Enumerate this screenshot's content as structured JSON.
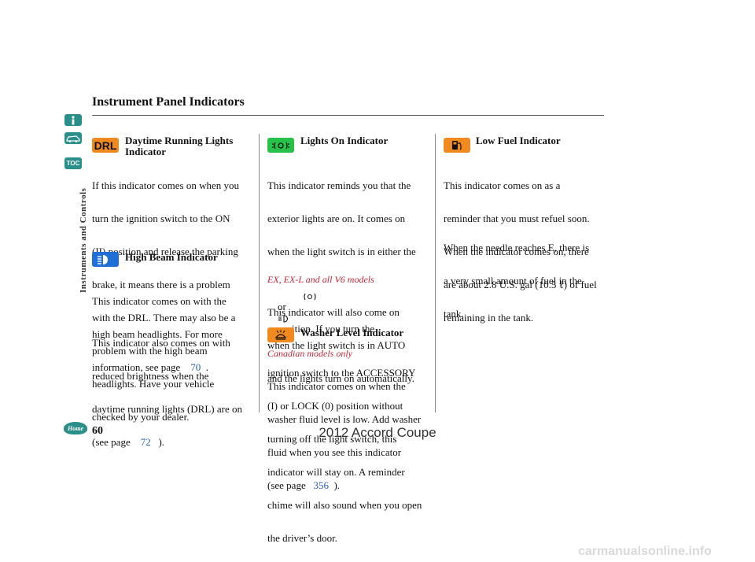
{
  "page_title": "Instrument Panel Indicators",
  "side_label": "Instruments and Controls",
  "toc_label": "TOC",
  "home_label": "Home",
  "page_number": "60",
  "footer": "2012 Accord Coupe",
  "watermark": "carmanualsonline.info",
  "colors": {
    "teal": "#2a8f8a",
    "orange": "#f08a1e",
    "blue": "#1f6fd6",
    "green": "#27c24a",
    "link": "#2a5fb0",
    "red_note": "#c0283a"
  },
  "col1": {
    "drl_badge": "DRL",
    "drl_heading_1": "Daytime Running Lights",
    "drl_heading_2": "Indicator",
    "drl_lines": [
      "If this indicator comes on when you",
      "turn the ignition switch to the ON",
      "(II) position and release the parking",
      "brake, it means there is a problem",
      "with the DRL. There may also be a",
      "problem with the high beam",
      "headlights. Have your vehicle",
      "checked by your dealer."
    ],
    "hb_heading": "High Beam Indicator",
    "hb_lines_1": [
      "This indicator comes on with the",
      "high beam headlights. For more"
    ],
    "hb_line_3_prefix": "information, see page",
    "hb_link_1": "70",
    "hb_line_3_suffix": ".",
    "hb_lines_2": [
      "This indicator also comes on with",
      "reduced brightness when the",
      "daytime running lights (DRL) are on"
    ],
    "hb_line_7_prefix": "(see page",
    "hb_link_2": "72",
    "hb_line_7_suffix": ")."
  },
  "col2": {
    "lo_heading": "Lights On Indicator",
    "lo_lines_a": [
      "This indicator reminds you that the",
      "exterior lights are on. It comes on",
      "when the light switch is in either the"
    ],
    "lo_line4_or": "or",
    "lo_line4_rest": "position. If you turn the",
    "lo_lines_b": [
      "ignition switch to the ACCESSORY",
      "(I) or LOCK (0) position without",
      "turning off the light switch, this",
      "indicator will stay on. A reminder",
      "chime will also sound when you open",
      "the driver’s door."
    ],
    "ex_note": "EX, EX-L and all V6 models",
    "auto_lines": [
      "This indicator will also come on",
      "when the light switch is in AUTO",
      "and the lights turn on automatically."
    ],
    "wl_heading": "Washer Level Indicator",
    "ca_note": "Canadian models only",
    "wl_lines": [
      "This indicator comes on when the",
      "washer fluid level is low. Add washer",
      "fluid when you see this indicator"
    ],
    "wl_line4_prefix": "(see page",
    "wl_link": "356",
    "wl_line4_suffix": ")."
  },
  "col3": {
    "lf_heading": "Low Fuel Indicator",
    "lf_lines_a": [
      "This indicator comes on as a",
      "reminder that you must refuel soon.",
      "When the indicator comes on, there"
    ],
    "lf_line4": "are about 2.8 U.S. gal (10.5 ℓ) of fuel",
    "lf_line5": "remaining in the tank.",
    "lf_lines_b": [
      "When the needle reaches E, there is",
      "a very small amount of fuel in the",
      "tank."
    ]
  }
}
